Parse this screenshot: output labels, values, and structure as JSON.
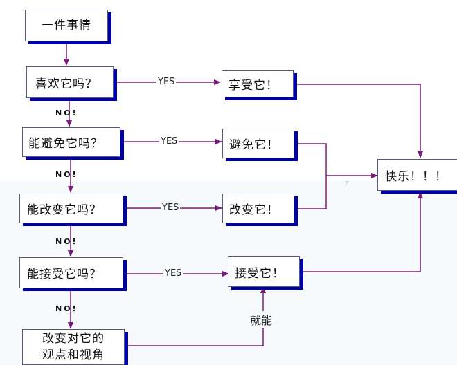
{
  "diagram": {
    "nodes": {
      "start": "一件事情",
      "q_like": "喜欢它吗？",
      "q_avoid": "能避免它吗？",
      "q_change": "能改变它吗？",
      "q_accept": "能接受它吗？",
      "enjoy": "享受它！",
      "avoid": "避免它！",
      "change": "改变它！",
      "accept": "接受它！",
      "happy": "快乐！！！",
      "reframe_line1": "改变对它的",
      "reframe_line2": "观点和视角"
    },
    "edge_labels": {
      "yes": "YES",
      "no": "NO!",
      "then_can": "就能"
    },
    "faint_mark": "?'",
    "colors": {
      "arrow": "#7a1a7a",
      "box_border": "#555a7a",
      "box_shadow": "#0000a8"
    }
  }
}
